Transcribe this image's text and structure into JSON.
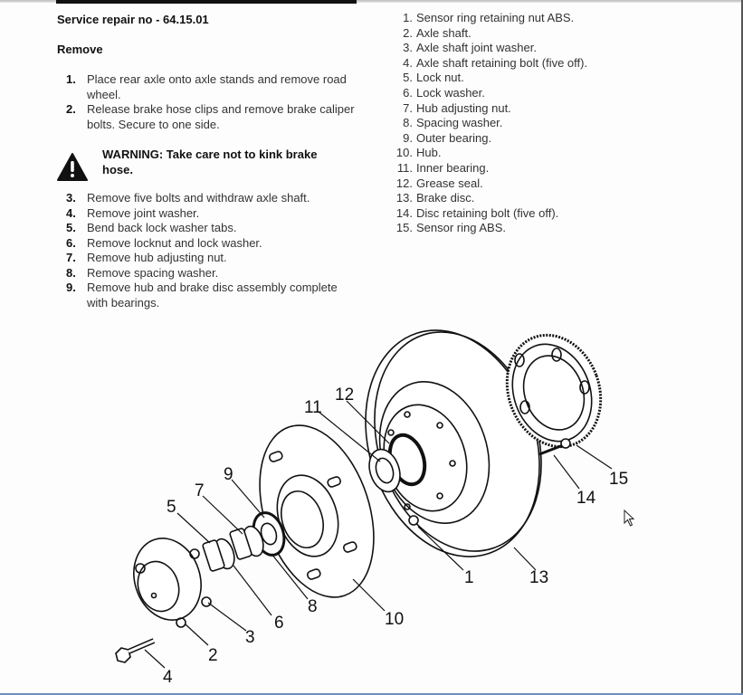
{
  "document": {
    "title": "Service repair no - 64.15.01",
    "section": "Remove",
    "steps_before_warning": [
      {
        "num": "1.",
        "text": "Place rear axle onto axle stands and remove road wheel."
      },
      {
        "num": "2.",
        "text": "Release brake hose clips and remove brake caliper bolts. Secure to one side."
      }
    ],
    "warning": {
      "icon": "warning-triangle-icon",
      "text": "WARNING: Take care not to kink brake hose."
    },
    "steps_after_warning": [
      {
        "num": "3.",
        "text": "Remove five bolts and withdraw axle shaft."
      },
      {
        "num": "4.",
        "text": "Remove joint washer."
      },
      {
        "num": "5.",
        "text": "Bend back lock washer tabs."
      },
      {
        "num": "6.",
        "text": "Remove locknut and lock washer."
      },
      {
        "num": "7.",
        "text": "Remove hub adjusting nut."
      },
      {
        "num": "8.",
        "text": "Remove spacing washer."
      },
      {
        "num": "9.",
        "text": "Remove hub and brake disc assembly complete with bearings."
      }
    ],
    "parts_legend": [
      {
        "num": "1.",
        "text": "Sensor ring retaining nut ABS."
      },
      {
        "num": "2.",
        "text": "Axle shaft."
      },
      {
        "num": "3.",
        "text": "Axle shaft joint washer."
      },
      {
        "num": "4.",
        "text": "Axle shaft retaining bolt (five off)."
      },
      {
        "num": "5.",
        "text": "Lock nut."
      },
      {
        "num": "6.",
        "text": "Lock washer."
      },
      {
        "num": "7.",
        "text": "Hub adjusting nut."
      },
      {
        "num": "8.",
        "text": "Spacing washer."
      },
      {
        "num": "9.",
        "text": "Outer bearing."
      },
      {
        "num": "10.",
        "text": "Hub."
      },
      {
        "num": "11.",
        "text": "Inner bearing."
      },
      {
        "num": "12.",
        "text": "Grease seal."
      },
      {
        "num": "13.",
        "text": "Brake disc."
      },
      {
        "num": "14.",
        "text": "Disc retaining bolt (five off)."
      },
      {
        "num": "15.",
        "text": "Sensor ring ABS."
      }
    ]
  },
  "diagram": {
    "description": "Exploded view of rear hub and brake disc assembly",
    "callouts": [
      "1",
      "2",
      "3",
      "4",
      "5",
      "6",
      "7",
      "8",
      "9",
      "10",
      "11",
      "12",
      "13",
      "14",
      "15"
    ]
  },
  "cursor": {
    "icon": "mouse-pointer-icon"
  }
}
